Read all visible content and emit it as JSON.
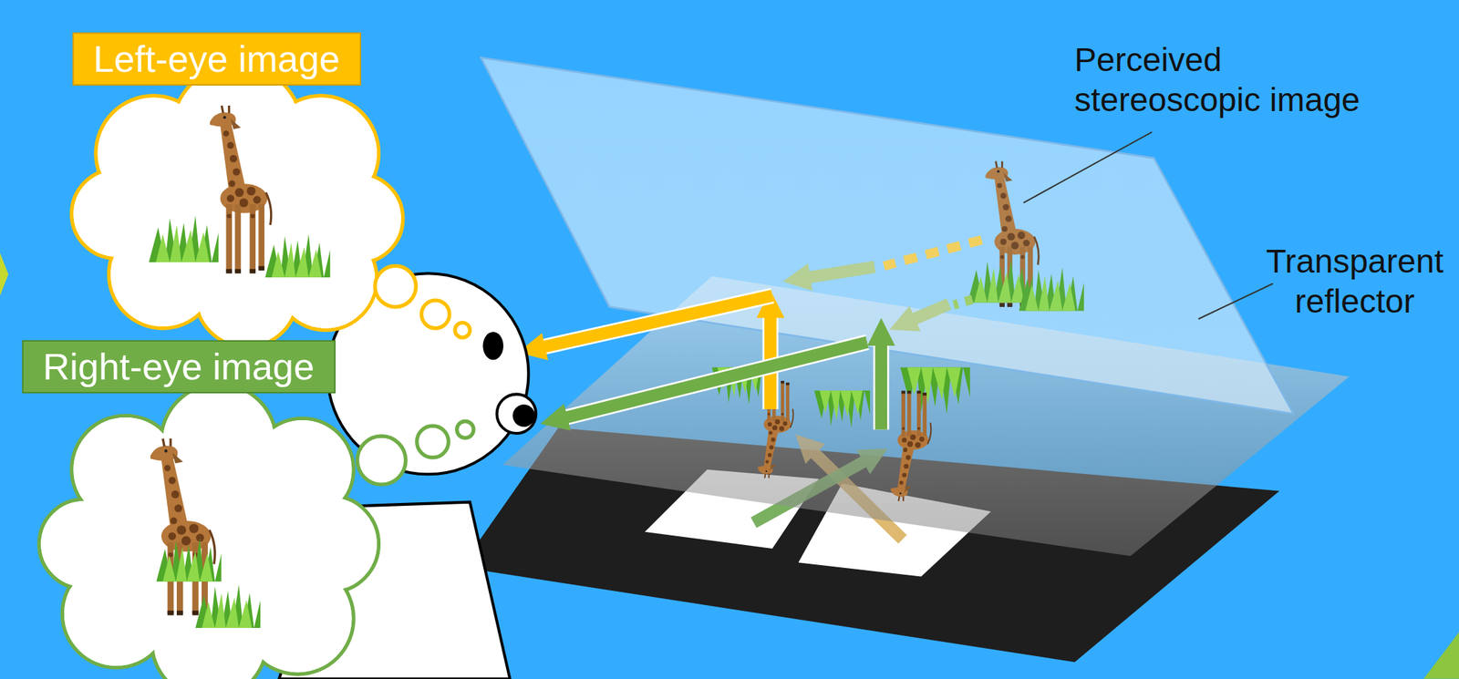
{
  "diagram": {
    "nodes": [
      {
        "text": [
          "Left-eye image"
        ]
      },
      {
        "text": [
          "Right-eye image"
        ]
      }
    ],
    "labels": [
      "Perceived stereoscopic image",
      "Transparent reflector"
    ]
  }
}
